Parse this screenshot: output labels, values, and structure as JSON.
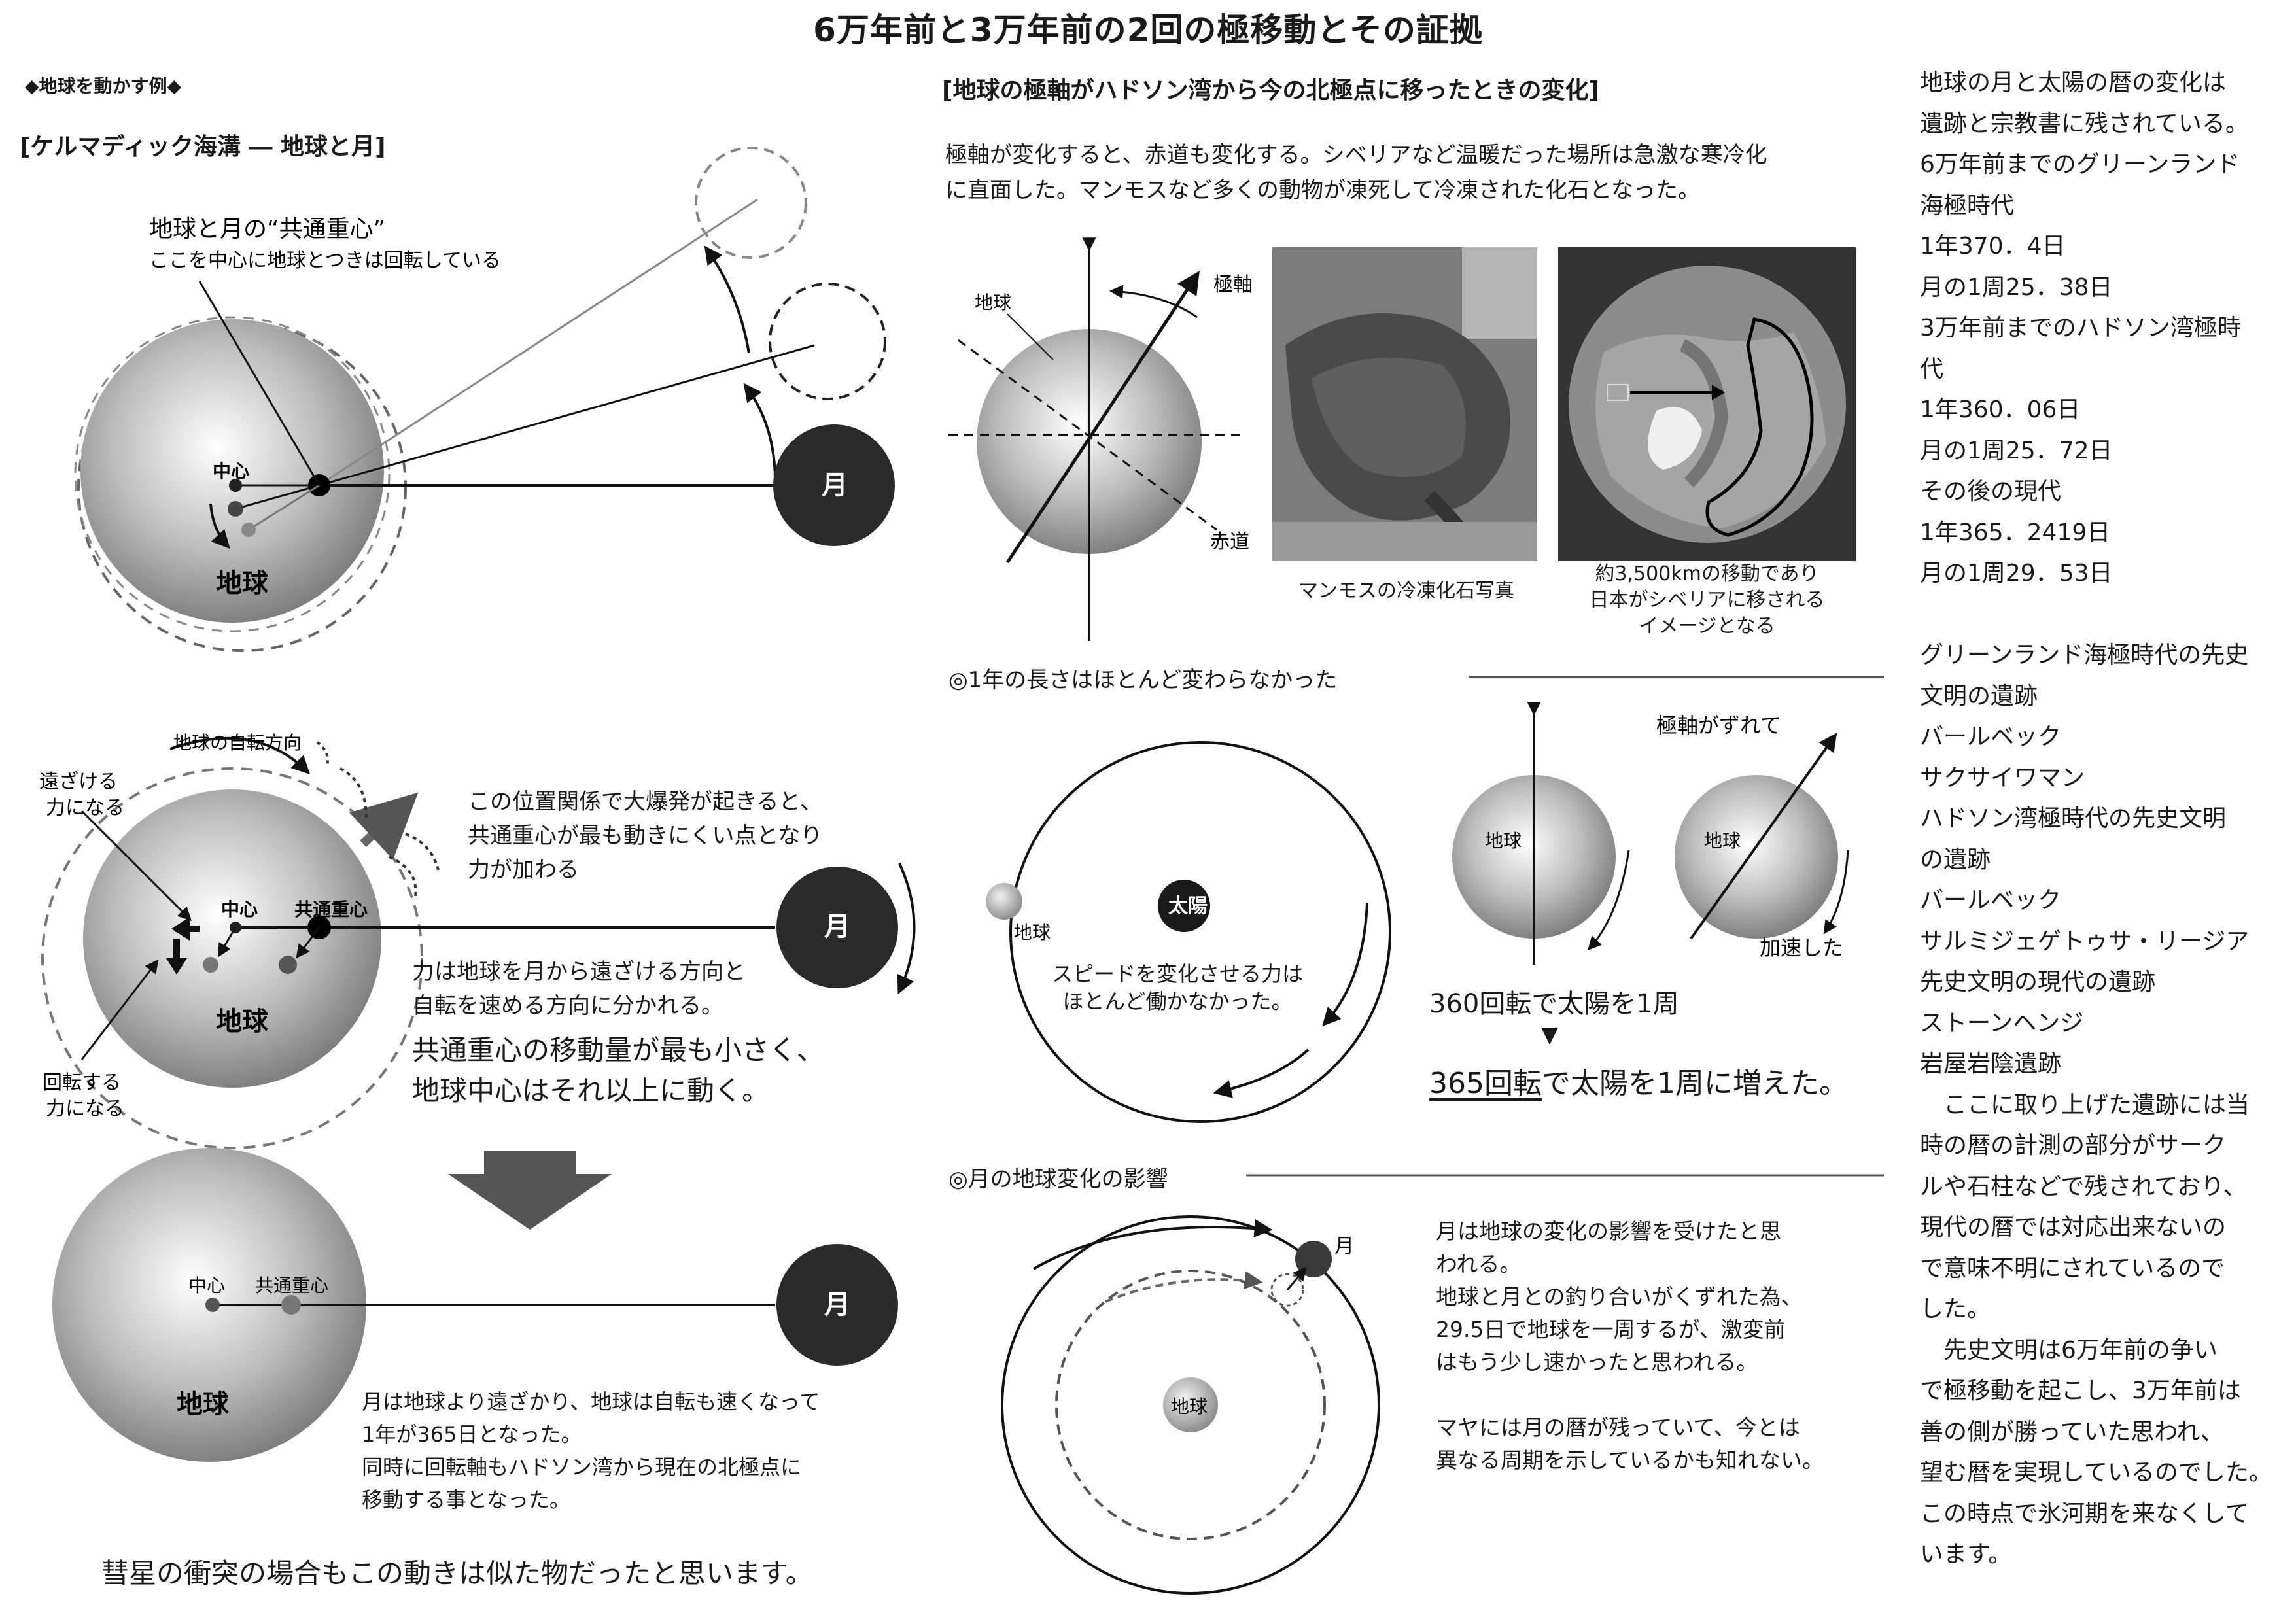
{
  "title": "6万年前と3万年前の2回の極移動とその証拠",
  "left": {
    "example_label": "◆地球を動かす例◆",
    "section_title": "[ケルマディック海溝 ― 地球と月]",
    "fig1": {
      "barycenter_label": "地球と月の“共通重心”",
      "barycenter_note": "ここを中心に地球とつきは回転している",
      "center": "中心",
      "earth": "地球",
      "moon": "月"
    },
    "fig2": {
      "rotation_direction": "地球の自転方向",
      "push_away_line1": "遠ざける",
      "push_away_line2": "力になる",
      "rotate_line1": "回転する",
      "rotate_line2": "力になる",
      "center": "中心",
      "barycenter": "共通重心",
      "earth": "地球",
      "moon": "月",
      "explosion_text": "この位置関係で大爆発が起きると、\n共通重心が最も動きにくい点となり\n力が加わる",
      "force_text": "力は地球を月から遠ざける方向と\n自転を速める方向に分かれる。",
      "bold_text": "共通重心の移動量が最も小さく、\n地球中心はそれ以上に動く。"
    },
    "fig3": {
      "center": "中心",
      "barycenter": "共通重心",
      "earth": "地球",
      "moon": "月",
      "text": "月は地球より遠ざかり、地球は自転も速くなって\n1年が365日となった。\n同時に回転軸もハドソン湾から現在の北極点に\n移動する事となった。"
    },
    "comet_note": "彗星の衝突の場合もこの動きは似た物だったと思います。"
  },
  "middle": {
    "section_title": "[地球の極軸がハドソン湾から今の北極点に移ったときの変化]",
    "intro": "極軸が変化すると、赤道も変化する。シベリアなど温暖だった場所は急激な寒冷化\nに直面した。マンモスなど多くの動物が凍死して冷凍された化石となった。",
    "axis_fig": {
      "earth": "地球",
      "polar_axis": "極軸",
      "equator": "赤道"
    },
    "mammoth_caption": "マンモスの冷凍化石写真",
    "globe_caption": "約3,500kmの移動であり\n日本がシベリアに移される\nイメージとなる",
    "year_section": {
      "heading": "◎1年の長さはほとんど変わらなかった",
      "earth": "地球",
      "sun": "太陽",
      "orbit_text": "スピードを変化させる力は\nほとんど働かなかった。",
      "axis_shift": "極軸がずれて",
      "accelerated": "加速した",
      "earth_a": "地球",
      "earth_b": "地球",
      "line1": "360回転で太陽を1周",
      "arrow": "▼",
      "line2_underlined": "365回転",
      "line2_rest": "で太陽を1周に増えた。"
    },
    "moon_section": {
      "heading": "◎月の地球変化の影響",
      "moon": "月",
      "earth": "地球",
      "text": "月は地球の変化の影響を受けたと思\nわれる。\n地球と月との釣り合いがくずれた為、\n29.5日で地球を一周するが、激変前\nはもう少し速かったと思われる。\n\nマヤには月の暦が残っていて、今とは\n異なる周期を示しているかも知れない。"
    }
  },
  "right_column": {
    "text": "地球の月と太陽の暦の変化は\n遺跡と宗教書に残されている。\n6万年前までのグリーンランド\n海極時代\n1年370．4日\n月の1周25．38日\n3万年前までのハドソン湾極時\n代\n1年360．06日\n月の1周25．72日\nその後の現代\n1年365．2419日\n月の1周29．53日\n\nグリーンランド海極時代の先史\n文明の遺跡\nバールベック\nサクサイワマン\nハドソン湾極時代の先史文明\nの遺跡\nバールベック\nサルミジェゲトゥサ・リージア\n先史文明の現代の遺跡\nストーンヘンジ\n岩屋岩陰遺跡\n　ここに取り上げた遺跡には当\n時の暦の計測の部分がサーク\nルや石柱などで残されており、\n現代の暦では対応出来ないの\nで意味不明にされているので\nした。\n　先史文明は6万年前の争い\nで極移動を起こし、3万年前は\n善の側が勝っていた思われ、\n望む暦を実現しているのでした。\nこの時点で氷河期を来なくして\nいます。"
  }
}
